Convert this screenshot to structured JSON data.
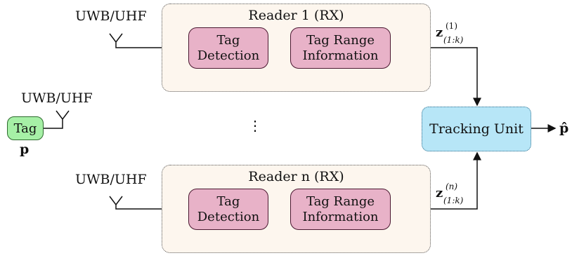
{
  "antenna_label": "UWB/UHF",
  "tag": {
    "label": "Tag",
    "position_symbol": "p"
  },
  "readers": [
    {
      "title": "Reader 1 (RX)",
      "blocks": [
        "Tag\nDetection",
        "Tag Range\nInformation"
      ],
      "measurement": {
        "symbol": "z",
        "superscript": "(1)",
        "subscript": "(1:k)"
      }
    },
    {
      "title": "Reader n (RX)",
      "blocks": [
        "Tag\nDetection",
        "Tag Range\nInformation"
      ],
      "measurement": {
        "symbol": "z",
        "superscript": "(n)",
        "subscript": "(1:k)"
      }
    }
  ],
  "ellipsis": "⋮",
  "tracking_unit": {
    "label": "Tracking Unit"
  },
  "output": {
    "symbol": "p̂"
  },
  "colors": {
    "reader_bg": "#fdf6ee",
    "block": "#e8b2c8",
    "tag": "#a6f0a6",
    "tracking": "#b7e6f7"
  }
}
